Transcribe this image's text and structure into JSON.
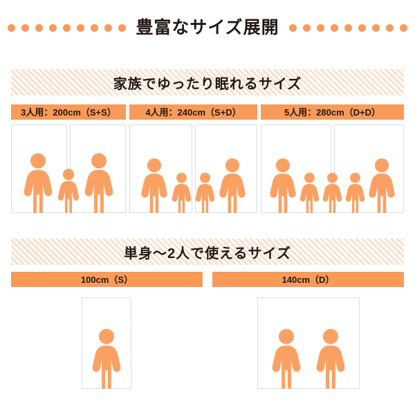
{
  "header": {
    "title": "豊富なサイズ展開",
    "dot_count_left": 9,
    "dot_count_right": 9,
    "dot_color": "#f79a5b",
    "title_color": "#231815"
  },
  "colors": {
    "figure": "#f9a163",
    "bar": "#f89a58",
    "stripe": "#fae0cc",
    "panel_border": "#dcdddd",
    "background": "#ffffff"
  },
  "sections": [
    {
      "id": "family",
      "band_label": "家族でゆったり眠れるサイズ",
      "items": [
        {
          "id": "size-200",
          "bar_label": "3人用：200cm（S+S）",
          "panels": 2,
          "figures": [
            "adult",
            "child",
            "adult"
          ]
        },
        {
          "id": "size-240",
          "bar_label": "4人用：240cm（S+D）",
          "panels": 2,
          "figures": [
            "adult",
            "child",
            "child",
            "adult"
          ]
        },
        {
          "id": "size-280",
          "bar_label": "5人用：280cm（D+D）",
          "panels": 2,
          "figures": [
            "adult",
            "child",
            "child",
            "child",
            "adult"
          ]
        }
      ]
    },
    {
      "id": "single-double",
      "band_label": "単身〜2人で使えるサイズ",
      "items": [
        {
          "id": "size-100",
          "bar_label": "100cm（S）",
          "panels": 1,
          "figures": [
            "adult"
          ]
        },
        {
          "id": "size-140",
          "bar_label": "140cm（D）",
          "panels": 1,
          "figures": [
            "adult",
            "adult"
          ]
        }
      ]
    }
  ]
}
